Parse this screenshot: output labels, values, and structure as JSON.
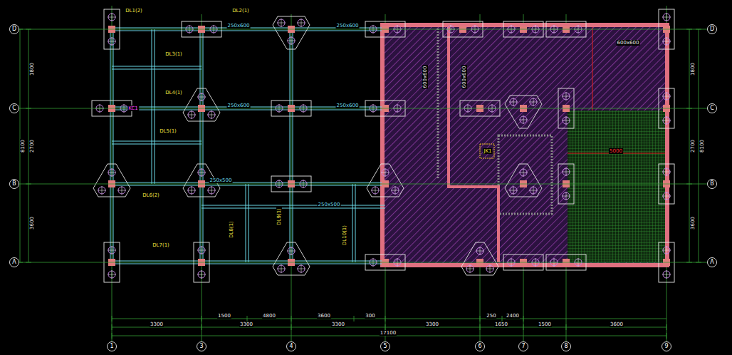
{
  "diagram": {
    "nodes": [
      {
        "text": [
          "D"
        ]
      },
      {
        "text": [
          "C"
        ]
      },
      {
        "text": [
          "B"
        ]
      },
      {
        "text": [
          "A"
        ]
      },
      {
        "text": [
          "D"
        ]
      },
      {
        "text": [
          "C"
        ]
      },
      {
        "text": [
          "B"
        ]
      },
      {
        "text": [
          "A"
        ]
      },
      {
        "text": [
          "1"
        ]
      },
      {
        "text": [
          "3"
        ]
      },
      {
        "text": [
          "4"
        ]
      },
      {
        "text": [
          "5"
        ]
      },
      {
        "text": [
          "6"
        ]
      },
      {
        "text": [
          "7"
        ]
      },
      {
        "text": [
          "8"
        ]
      },
      {
        "text": [
          "9"
        ]
      }
    ],
    "edges": [
      {
        "from": 0,
        "to": 4,
        "arrow": "none"
      },
      {
        "from": 1,
        "to": 5,
        "arrow": "none"
      },
      {
        "from": 2,
        "to": 6,
        "arrow": "none"
      },
      {
        "from": 3,
        "to": 7,
        "arrow": "none"
      }
    ],
    "labels": [
      "1800",
      "2700",
      "3600",
      "8100",
      "1800",
      "2700",
      "3600",
      "8100",
      "1500",
      "4800",
      "3600",
      "300",
      "250",
      "2400",
      "3300",
      "3300",
      "3300",
      "3300",
      "1650",
      "1500",
      "3600",
      "17100",
      "250x600",
      "250x600",
      "250x600",
      "250x600",
      "250x500",
      "250x500",
      "DL1(2)",
      "DL2(1)",
      "DL3(1)",
      "DL4(1)",
      "DL5(1)",
      "DL6(2)",
      "DL7(1)",
      "DL8(1)",
      "DL9(1)",
      "DL10(1)",
      "KC1",
      "600x600",
      "600x600",
      "600x600",
      "5000",
      "JK1"
    ]
  }
}
